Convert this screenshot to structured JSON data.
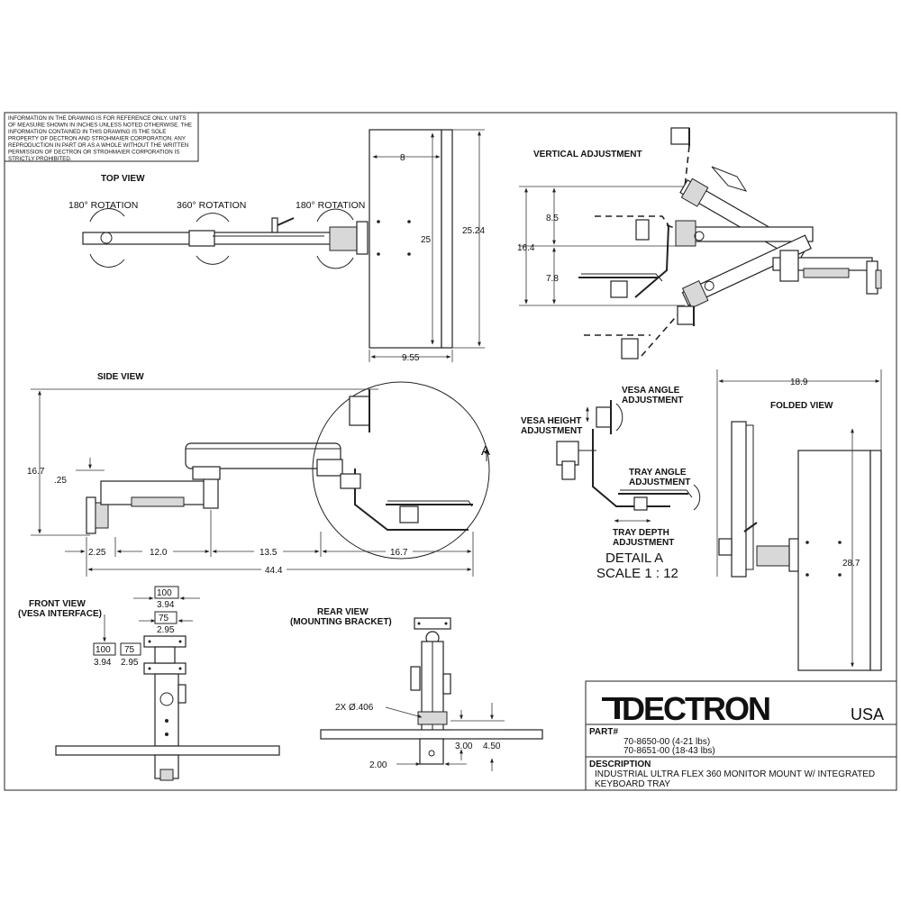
{
  "notice": [
    "INFORMATION IN THE DRAWING IS FOR REFERENCE ONLY. UNITS",
    "OF MEASURE SHOWN IN INCHES UNLESS NOTED OTHERWISE. THE",
    "INFORMATION CONTAINED IN THIS DRAWING IS THE SOLE",
    "PROPERTY OF DECTRON AND STROHMAIER CORPORATION.  ANY",
    "REPRODUCTION IN PART OR AS A WHOLE WITHOUT THE WRITTEN",
    "PERMISSION OF DECTRON OR STROHMAIER CORPORATION  IS",
    "STRICTLY PROHIBITED."
  ],
  "top_view": {
    "title": "TOP VIEW",
    "rotation_left": "180° ROTATION",
    "rotation_mid": "360° ROTATION",
    "rotation_right": "180° ROTATION",
    "dim_8": "8",
    "dim_25": "25",
    "dim_2524": "25.24",
    "dim_955": "9.55"
  },
  "vertical_adjustment": {
    "title": "VERTICAL ADJUSTMENT",
    "dim_85": "8.5",
    "dim_164": "16.4",
    "dim_78": "7.8"
  },
  "side_view": {
    "title": "SIDE VIEW",
    "dim_167_height": "16.7",
    "dim_025": ".25",
    "dim_225": "2.25",
    "dim_120": "12.0",
    "dim_135": "13.5",
    "dim_167_width": "16.7",
    "dim_444": "44.4",
    "detail_marker": "A"
  },
  "detail_a": {
    "vesa_angle": [
      "VESA ANGLE",
      "ADJUSTMENT"
    ],
    "vesa_height": [
      "VESA HEIGHT",
      "ADJUSTMENT"
    ],
    "tray_angle": [
      "TRAY ANGLE",
      "ADJUSTMENT"
    ],
    "tray_depth": [
      "TRAY DEPTH",
      "ADJUSTMENT"
    ],
    "title": "DETAIL A",
    "scale": "SCALE 1 : 12"
  },
  "folded_view": {
    "title": "FOLDED VIEW",
    "dim_189": "18.9",
    "dim_287": "28.7"
  },
  "front_view": {
    "title": [
      "FRONT VIEW",
      "(VESA INTERFACE)"
    ],
    "dim_100_top": "100",
    "dim_394_top": "3.94",
    "dim_75_top": "75",
    "dim_295_top": "2.95",
    "dim_100_side": "100",
    "dim_394_side": "3.94",
    "dim_75_side": "75",
    "dim_295_side": "2.95"
  },
  "rear_view": {
    "title": [
      "REAR VIEW",
      "(MOUNTING BRACKET)"
    ],
    "hole_callout": "2X Ø.406",
    "dim_300": "3.00",
    "dim_450": "4.50",
    "dim_200": "2.00"
  },
  "title_block": {
    "logo": "DECTRON",
    "logo_suffix": "USA",
    "part_label": "PART#",
    "part_lines": [
      "70-8650-00 (4-21 lbs)",
      "70-8651-00 (18-43 lbs)"
    ],
    "description_label": "DESCRIPTION",
    "description_lines": [
      "INDUSTRIAL ULTRA FLEX 360 MONITOR MOUNT W/ INTEGRATED",
      "KEYBOARD TRAY"
    ]
  }
}
